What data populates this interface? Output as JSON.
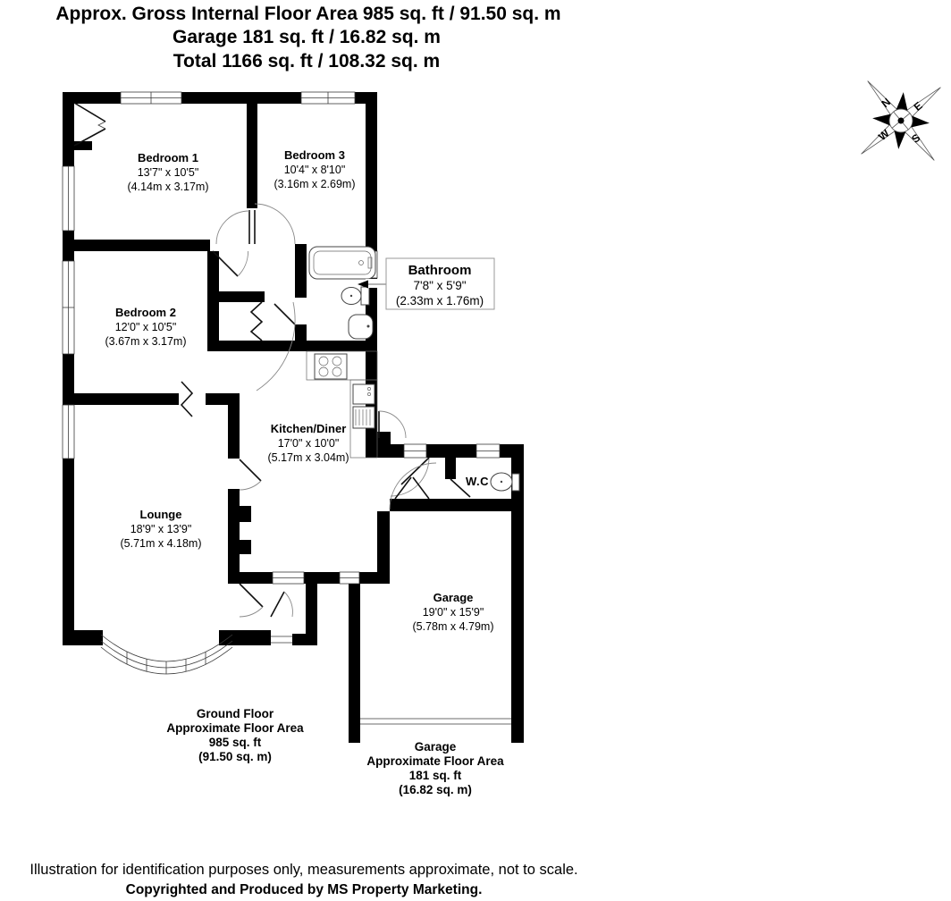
{
  "title": {
    "line1": "Approx. Gross Internal Floor Area 985 sq. ft / 91.50 sq. m",
    "line2": "Garage 181 sq. ft / 16.82 sq. m",
    "line3": "Total 1166 sq. ft / 108.32 sq. m"
  },
  "rooms": {
    "bedroom1": {
      "name": "Bedroom 1",
      "imperial": "13'7\" x 10'5\"",
      "metric": "(4.14m x 3.17m)"
    },
    "bedroom3": {
      "name": "Bedroom 3",
      "imperial": "10'4\" x 8'10\"",
      "metric": "(3.16m x 2.69m)"
    },
    "bedroom2": {
      "name": "Bedroom 2",
      "imperial": "12'0\" x 10'5\"",
      "metric": "(3.67m x 3.17m)"
    },
    "bathroom": {
      "name": "Bathroom",
      "imperial": "7'8\" x 5'9\"",
      "metric": "(2.33m x 1.76m)"
    },
    "kitchen": {
      "name": "Kitchen/Diner",
      "imperial": "17'0\" x 10'0\"",
      "metric": "(5.17m x 3.04m)"
    },
    "lounge": {
      "name": "Lounge",
      "imperial": "18'9\" x 13'9\"",
      "metric": "(5.71m x 4.18m)"
    },
    "wc": {
      "name": "W.C"
    },
    "garage": {
      "name": "Garage",
      "imperial": "19'0\" x 15'9\"",
      "metric": "(5.78m x 4.79m)"
    }
  },
  "area_labels": {
    "ground_floor": {
      "line1": "Ground Floor",
      "line2": "Approximate Floor Area",
      "line3": "985 sq. ft",
      "line4": "(91.50 sq. m)"
    },
    "garage": {
      "line1": "Garage",
      "line2": "Approximate Floor Area",
      "line3": "181 sq. ft",
      "line4": "(16.82 sq. m)"
    }
  },
  "compass": {
    "north": "N",
    "east": "E",
    "south": "S",
    "west": "W"
  },
  "footer": {
    "disclaimer": "Illustration for identification purposes only, measurements approximate, not to scale.",
    "copyright": "Copyrighted  and Produced by MS Property Marketing."
  },
  "colors": {
    "wall": "#000000",
    "background": "#ffffff",
    "text": "#000000"
  }
}
